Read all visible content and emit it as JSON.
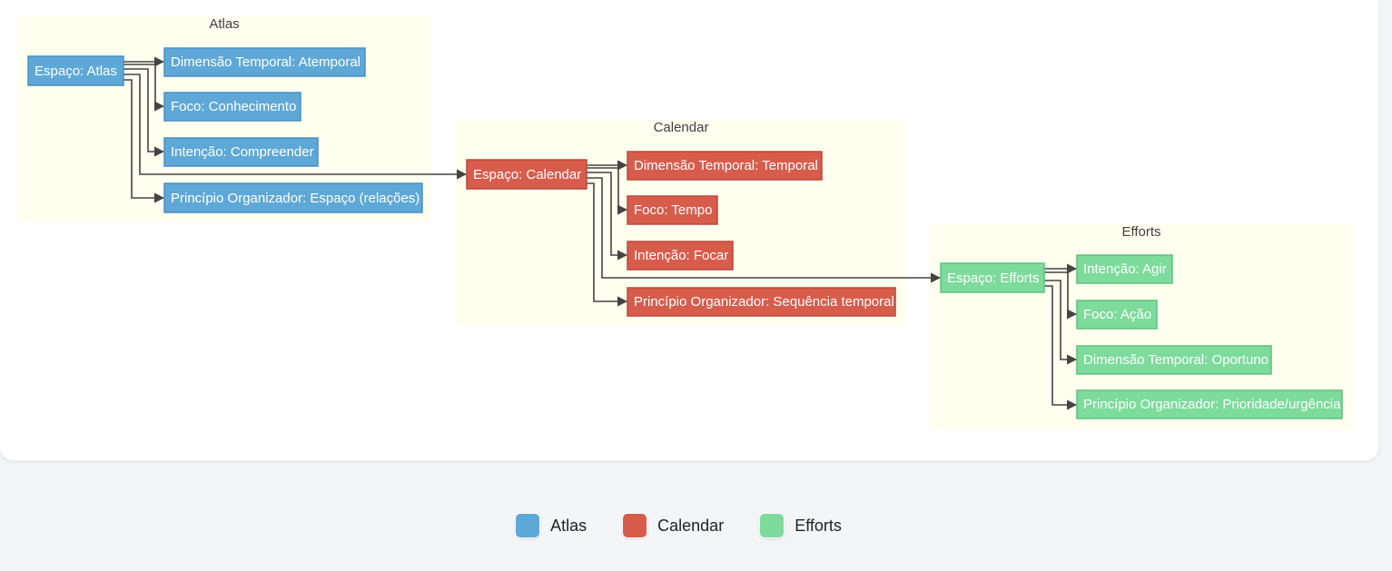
{
  "colors": {
    "atlas": "#5ea8d8",
    "atlas_border": "#4a8fc0",
    "calendar": "#d85c4c",
    "calendar_border": "#b84a3c",
    "efforts": "#7ddb9c",
    "efforts_border": "#5fc07e"
  },
  "clusters": [
    {
      "id": "atlas",
      "title": "Atlas",
      "root": "Espaço: Atlas",
      "children": [
        "Dimensão Temporal: Atemporal",
        "Foco: Conhecimento",
        "Intenção: Compreender",
        "Princípio Organizador: Espaço (relações)"
      ]
    },
    {
      "id": "calendar",
      "title": "Calendar",
      "root": "Espaço: Calendar",
      "children": [
        "Dimensão Temporal: Temporal",
        "Foco: Tempo",
        "Intenção: Focar",
        "Princípio Organizador: Sequência temporal"
      ]
    },
    {
      "id": "efforts",
      "title": "Efforts",
      "root": "Espaço: Efforts",
      "children": [
        "Intenção: Agir",
        "Foco: Ação",
        "Dimensão Temporal: Oportuno",
        "Princípio Organizador: Prioridade/urgência"
      ]
    }
  ],
  "legend": [
    {
      "label": "Atlas",
      "color": "#5ea8d8"
    },
    {
      "label": "Calendar",
      "color": "#d85c4c"
    },
    {
      "label": "Efforts",
      "color": "#7ddb9c"
    }
  ]
}
